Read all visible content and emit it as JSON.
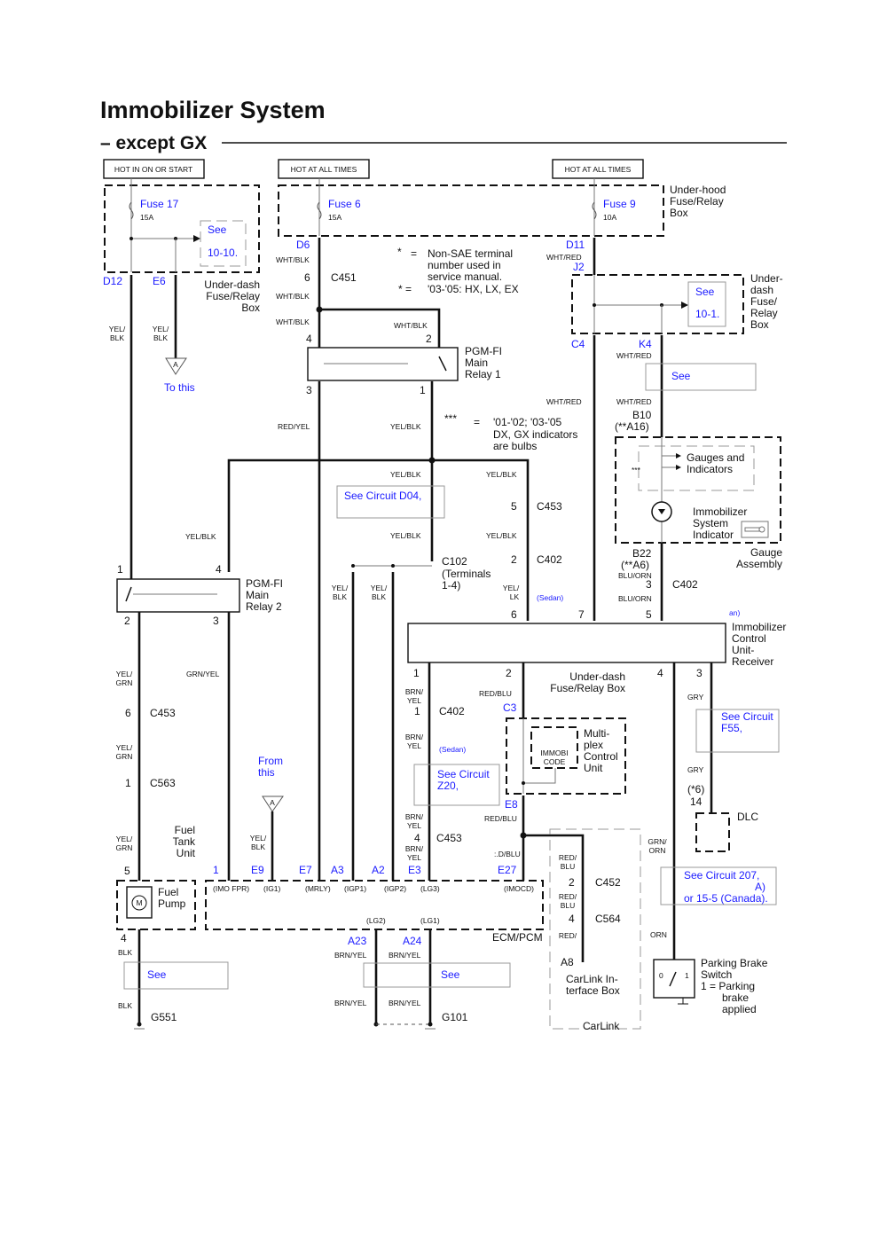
{
  "header": {
    "title": "Immobilizer System",
    "subtitle": "– except GX"
  },
  "power": {
    "ign": "HOT IN ON OR START",
    "batt1": "HOT AT ALL TIMES",
    "batt2": "HOT AT ALL TIMES"
  },
  "fuses": {
    "f17": "Fuse 17",
    "f17a": "15A",
    "f6": "Fuse 6",
    "f6a": "15A",
    "f9": "Fuse 9",
    "f9a": "10A"
  },
  "boxes": {
    "udfr1": [
      "Under-dash",
      "Fuse/Relay",
      "Box"
    ],
    "uhfr": [
      "Under-hood",
      "Fuse/Relay",
      "Box"
    ],
    "udfr2": [
      "Under-",
      "dash",
      "Fuse/",
      "Relay",
      "Box"
    ],
    "relay1": [
      "PGM-FI",
      "Main",
      "Relay 1"
    ],
    "relay2": [
      "PGM-FI",
      "Main",
      "Relay 2"
    ],
    "gauges": [
      "Gauges and",
      "Indicators"
    ],
    "indicator": [
      "Immobilizer",
      "System",
      "Indicator"
    ],
    "gauge_assy": [
      "Gauge",
      "Assembly"
    ],
    "icu": [
      "Immobilizer",
      "Control",
      "Unit-",
      "Receiver"
    ],
    "udfr3": [
      "Under-dash",
      "Fuse/Relay Box"
    ],
    "mcu": [
      "Multi-",
      "plex",
      "Control",
      "Unit"
    ],
    "immobi_code": [
      "IMMOBI",
      "CODE"
    ],
    "fuel_tank": [
      "Fuel",
      "Tank",
      "Unit"
    ],
    "fuel_pump": [
      "Fuel",
      "Pump"
    ],
    "ecm": "ECM/PCM",
    "carlink_box": [
      "CarLink In-",
      "terface Box"
    ],
    "carlink": "CarLink",
    "dlc": "DLC",
    "pbs": [
      "Parking Brake",
      "Switch",
      "1 =  Parking",
      "brake",
      "applied"
    ],
    "pbs_pos": [
      "0",
      "1"
    ],
    "motor": "M",
    "conn_a": "A"
  },
  "notes": {
    "star": "*",
    "eq": "=",
    "n1": [
      "Non-SAE terminal",
      "number used in",
      "service manual."
    ],
    "star2": "* =",
    "n2": "'03-'05: HX, LX, EX",
    "star3": "***",
    "n3": [
      "'01-'02; '03-'05",
      "DX, GX indicators",
      "are bulbs"
    ],
    "star3b": "***"
  },
  "refs": {
    "see1": [
      "See",
      "10-10."
    ],
    "to_this": "To this",
    "see2": [
      "See",
      "10-1."
    ],
    "see3": "See",
    "d04": "See Circuit D04,",
    "z20": [
      "See Circuit",
      "Z20,"
    ],
    "f55": [
      "See Circuit",
      "F55,"
    ],
    "c207": [
      "See Circuit 207,",
      "A)",
      "or 15-5 (Canada)."
    ],
    "from_this": [
      "From",
      "this"
    ],
    "see4": "See",
    "see5": "See",
    "sedan1": "(Sedan)",
    "sedan2": "(Sedan)",
    "sedan3": "an)"
  },
  "terminals": {
    "D12": "D12",
    "E6": "E6",
    "D6": "D6",
    "D11": "D11",
    "J2": "J2",
    "C4": "C4",
    "K4": "K4",
    "C3": "C3",
    "E8": "E8",
    "E9": "E9",
    "E7": "E7",
    "A3": "A3",
    "A2": "A2",
    "E3": "E3",
    "E27": "E27",
    "A23": "A23",
    "A24": "A24",
    "one": "1",
    "B10": [
      "B10",
      "(**A16)"
    ],
    "B22": [
      "B22",
      "(**A6)"
    ],
    "A8": "A8",
    "ecm_pins": [
      "(IMO FPR)",
      "(IG1)",
      "(MRLY)",
      "(IGP1)",
      "(IGP2)",
      "(LG3)",
      "(IMOCD)",
      "(LG2)",
      "(LG1)"
    ]
  },
  "connectors": {
    "C451": "C451",
    "C453a": "C453",
    "C402a": "C402",
    "C102": [
      "C102",
      "(Terminals",
      "1-4)"
    ],
    "C402b": "C402",
    "C453b": "C453",
    "C563": "C563",
    "C402c": "C402",
    "C453c": "C453",
    "C452": "C452",
    "C564": "C564",
    "G551": "G551",
    "G101": "G101",
    "dlc14": [
      "(*6)",
      "14"
    ]
  },
  "pins": {
    "p6": "6",
    "p4": "4",
    "p2": "2",
    "p3": "3",
    "p1": "1",
    "r2_1": "1",
    "r2_4": "4",
    "r2_2": "2",
    "r2_3": "3",
    "c453_5": "5",
    "c402_2": "2",
    "c402_3": "3",
    "icu6": "6",
    "icu7": "7",
    "icu5": "5",
    "icu1": "1",
    "icu2": "2",
    "icu4": "4",
    "icu3": "3",
    "c402_1": "1",
    "c453_4": "4",
    "c453_6": "6",
    "c563_1": "1",
    "fp5": "5",
    "fp4": "4",
    "c452_2": "2",
    "c564_4": "4"
  },
  "wires": {
    "yelblk": [
      "YEL/",
      "BLK"
    ],
    "whtblk": "WHT/BLK",
    "whtred": "WHT/RED",
    "redyel": "RED/YEL",
    "yelblk1": "YEL/BLK",
    "yelgrn": [
      "YEL/",
      "GRN"
    ],
    "grnyel": "GRN/YEL",
    "yellk": [
      "YEL/",
      "LK"
    ],
    "bluorn": "BLU/ORN",
    "brnyel": [
      "BRN/",
      "YEL"
    ],
    "redblu": "RED/BLU",
    "redblu2": [
      "RED/",
      "BLU"
    ],
    "redblu_part": ":.D/BLU",
    "gry": "GRY",
    "grnorn": [
      "GRN/",
      "ORN"
    ],
    "orn": "ORN",
    "brnyel1": "BRN/YEL",
    "blk": "BLK"
  }
}
